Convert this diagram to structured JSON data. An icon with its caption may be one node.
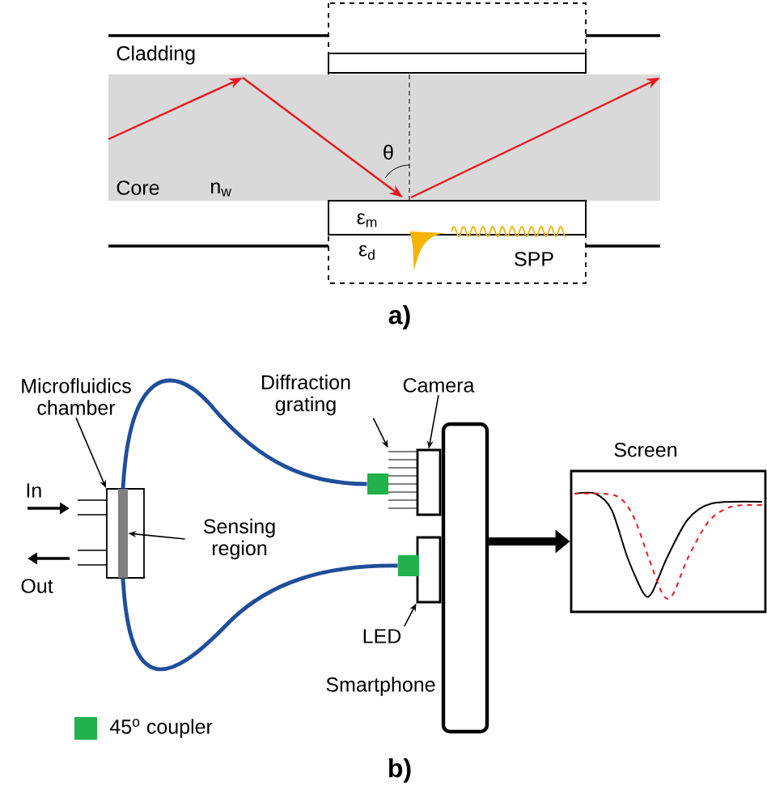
{
  "diagram": {
    "nodes": [
      {
        "text": [
          "Microfluidics chamber"
        ]
      },
      {
        "text": [],
        "shape": "box"
      },
      {
        "text": [
          "Sensing region"
        ]
      },
      {
        "text": [],
        "shape": "bar",
        "in": 1
      },
      {
        "text": [
          "Diffraction grating"
        ]
      },
      {
        "text": [],
        "shape": "grating"
      },
      {
        "text": [
          "Camera"
        ]
      },
      {
        "text": [],
        "shape": "box"
      },
      {
        "text": [
          "LED"
        ]
      },
      {
        "text": [],
        "shape": "box"
      },
      {
        "text": [
          "Smartphone"
        ]
      },
      {
        "text": [
          "Screen"
        ]
      },
      {
        "text": [],
        "shape": "box"
      },
      {
        "text": [],
        "shape": "box"
      }
    ],
    "edges": [
      {
        "from": 0,
        "to": 1,
        "arrow": "to"
      },
      {
        "from": 2,
        "to": 3,
        "arrow": "to"
      },
      {
        "from": 4,
        "to": 5,
        "arrow": "to"
      },
      {
        "from": 6,
        "to": 7,
        "arrow": "to"
      },
      {
        "from": 8,
        "to": 9,
        "arrow": "to"
      },
      {
        "from": 3,
        "to": 12,
        "arrow": "none",
        "style": "thick",
        "color": "#1f4e9a"
      },
      {
        "from": 3,
        "to": 13,
        "arrow": "none",
        "style": "thick",
        "color": "#1f4e9a"
      },
      {
        "from": 10,
        "to": 11,
        "arrow": "to",
        "style": "thick"
      }
    ],
    "labels": [
      "Cladding",
      "Core",
      "n$_{w}$",
      "θ",
      "ε$_{m}$",
      "ε$_{d}$",
      "SPP",
      "a)",
      "In",
      "Out",
      "b)"
    ],
    "legend": [
      {
        "text": "45$^{o}$ coupler",
        "color": "#22b14c"
      }
    ]
  }
}
